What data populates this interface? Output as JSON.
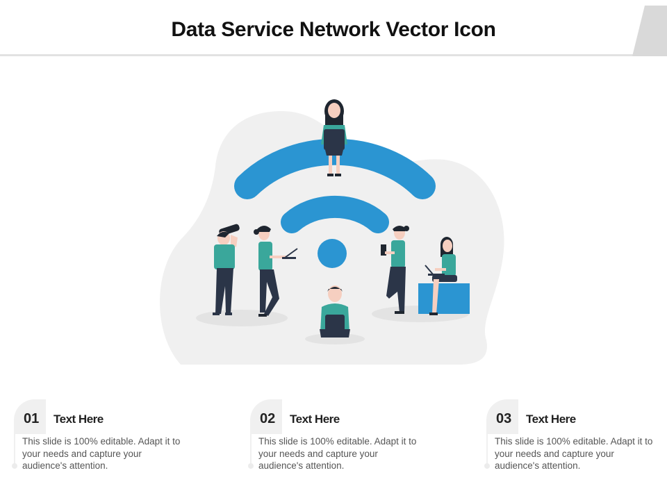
{
  "slide": {
    "title": "Data Service Network Vector Icon"
  },
  "colors": {
    "accent_blue": "#2b95d2",
    "teal": "#3aa79b",
    "navy": "#2b3548",
    "blob_gray": "#f0f0f0"
  },
  "items": [
    {
      "number": "01",
      "title": "Text Here",
      "description": "This slide is 100% editable. Adapt it to your needs and capture your audience's attention."
    },
    {
      "number": "02",
      "title": "Text Here",
      "description": "This slide is 100% editable. Adapt it to your needs and capture your audience's attention."
    },
    {
      "number": "03",
      "title": "Text Here",
      "description": "This slide is 100% editable. Adapt it to your needs and capture your audience's attention."
    }
  ]
}
